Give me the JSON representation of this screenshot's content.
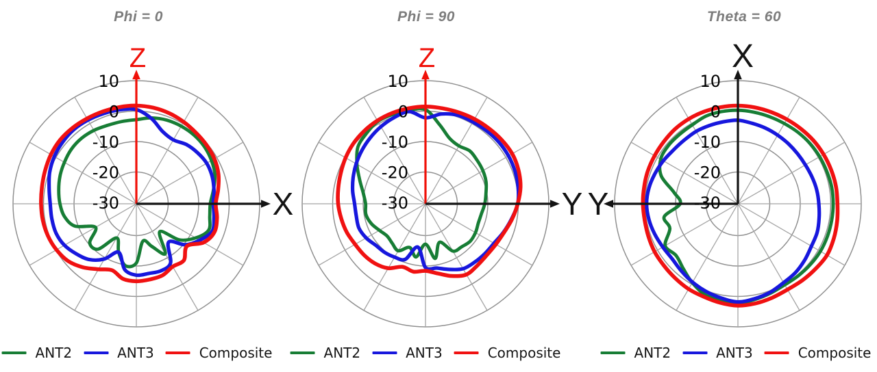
{
  "page": {
    "background": "#ffffff"
  },
  "colors": {
    "ant2_green": "#177d35",
    "ant3_blue": "#1717dd",
    "composite_red": "#f01111",
    "z_axis_red": "#f01008",
    "black_axis": "#141414",
    "grid_gray": "#979797",
    "title_gray": "#7c7c7c"
  },
  "legend": {
    "items": [
      {
        "label": "ANT2",
        "color": "#177d35"
      },
      {
        "label": "ANT3",
        "color": "#1717dd"
      },
      {
        "label": "Composite",
        "color": "#f01111"
      }
    ]
  },
  "chart_data": [
    {
      "type": "polar",
      "title": "Phi = 0",
      "vertical_axis": {
        "label": "Z",
        "color": "#f01008",
        "direction": "up"
      },
      "horizontal_axis": {
        "label": "X",
        "color": "#141414",
        "direction": "right"
      },
      "radial_axis": {
        "tick_labels": [
          "10",
          "0",
          "-10",
          "-20",
          "-30"
        ],
        "tick_values": [
          10,
          0,
          -10,
          -20,
          -30
        ],
        "min": -30,
        "max": 10,
        "units": "dB"
      },
      "angle_convention": "degrees clockwise from top axis",
      "angle_step_deg": 10,
      "series": [
        {
          "name": "ANT2",
          "color": "#177d35",
          "values": [
            -2.8,
            -1.8,
            -1.2,
            -1.0,
            -1.0,
            -1.3,
            -2.0,
            -3.0,
            -4.8,
            -6.2,
            -6.0,
            -5.2,
            -8.0,
            -12.0,
            -18.5,
            -11.5,
            -15.5,
            -18.0,
            -11.0,
            -9.8,
            -13.5,
            -17.5,
            -11.0,
            -10.5,
            -15.0,
            -9.0,
            -6.5,
            -5.4,
            -4.6,
            -3.8,
            -3.2,
            -2.6,
            -2.4,
            -2.6,
            -3.0,
            -3.0
          ]
        },
        {
          "name": "ANT3",
          "color": "#1717dd",
          "values": [
            0.5,
            -2.0,
            -5.2,
            -6.2,
            -5.0,
            -4.3,
            -3.8,
            -4.0,
            -4.6,
            -5.2,
            -4.6,
            -4.0,
            -6.5,
            -9.5,
            -14.0,
            -8.0,
            -7.0,
            -7.2,
            -7.0,
            -8.5,
            -13.5,
            -9.5,
            -6.5,
            -4.8,
            -3.2,
            -2.4,
            -2.3,
            -2.2,
            -1.4,
            -0.2,
            0.6,
            1.1,
            1.4,
            1.3,
            1.1,
            0.9
          ]
        },
        {
          "name": "Composite",
          "color": "#f01111",
          "values": [
            1.8,
            1.6,
            1.2,
            0.6,
            0.0,
            -0.4,
            -0.9,
            -1.8,
            -3.2,
            -4.4,
            -3.6,
            -3.2,
            -5.0,
            -8.8,
            -6.2,
            -6.6,
            -5.4,
            -5.2,
            -5.0,
            -5.4,
            -7.2,
            -5.6,
            -3.2,
            -1.2,
            -0.2,
            0.4,
            0.7,
            0.8,
            1.0,
            1.4,
            1.9,
            2.2,
            2.1,
            1.9,
            1.8,
            1.8
          ]
        }
      ]
    },
    {
      "type": "polar",
      "title": "Phi = 90",
      "vertical_axis": {
        "label": "Z",
        "color": "#f01008",
        "direction": "up"
      },
      "horizontal_axis": {
        "label": "Y",
        "color": "#141414",
        "direction": "right"
      },
      "radial_axis": {
        "tick_labels": [
          "10",
          "0",
          "-10",
          "-20",
          "-30"
        ],
        "tick_values": [
          10,
          0,
          -10,
          -20,
          -30
        ],
        "min": -30,
        "max": 10,
        "units": "dB"
      },
      "angle_convention": "degrees clockwise from top axis",
      "angle_step_deg": 10,
      "series": [
        {
          "name": "ANT2",
          "color": "#177d35",
          "values": [
            0.5,
            -4.0,
            -7.5,
            -8.5,
            -7.8,
            -8.3,
            -8.7,
            -9.3,
            -10.3,
            -11.0,
            -11.8,
            -12.0,
            -11.5,
            -11.3,
            -12.0,
            -12.5,
            -17.0,
            -12.2,
            -17.2,
            -12.7,
            -15.2,
            -12.6,
            -13.5,
            -14.0,
            -13.0,
            -11.5,
            -10.6,
            -10.8,
            -9.7,
            -7.5,
            -4.5,
            -1.5,
            -0.3,
            0.8,
            0.8,
            0.7
          ]
        },
        {
          "name": "ANT3",
          "color": "#1717dd",
          "values": [
            -2.2,
            -0.5,
            0.5,
            0.6,
            0.8,
            1.0,
            1.0,
            0.8,
            0.4,
            -0.2,
            -1.8,
            -3.2,
            -4.5,
            -5.0,
            -5.4,
            -5.8,
            -7.5,
            -9.0,
            -9.5,
            -16.0,
            -11.0,
            -10.2,
            -9.6,
            -9.2,
            -8.0,
            -7.2,
            -7.4,
            -7.2,
            -6.2,
            -5.2,
            -4.2,
            -3.2,
            -2.2,
            -1.2,
            -0.3,
            0.3
          ]
        },
        {
          "name": "Composite",
          "color": "#f01111",
          "values": [
            1.5,
            1.4,
            1.5,
            1.7,
            1.9,
            2.2,
            2.4,
            2.0,
            1.2,
            -0.2,
            -1.6,
            -3.0,
            -3.8,
            -4.2,
            -4.0,
            -3.6,
            -5.2,
            -7.2,
            -8.4,
            -7.8,
            -8.4,
            -6.0,
            -4.8,
            -4.2,
            -3.8,
            -3.0,
            -2.4,
            -1.8,
            -1.4,
            -0.9,
            -0.2,
            0.4,
            0.8,
            1.1,
            1.3,
            1.4
          ]
        }
      ]
    },
    {
      "type": "polar",
      "title": "Theta = 60",
      "vertical_axis": {
        "label": "X",
        "color": "#141414",
        "direction": "up"
      },
      "horizontal_axis": {
        "label": "Y",
        "color": "#141414",
        "direction": "left"
      },
      "radial_axis": {
        "tick_labels": [
          "10",
          "0",
          "-10",
          "-20",
          "-30"
        ],
        "tick_values": [
          10,
          0,
          -10,
          -20,
          -30
        ],
        "min": -30,
        "max": 10,
        "units": "dB"
      },
      "angle_convention": "degrees clockwise from top axis",
      "angle_step_deg": 10,
      "series": [
        {
          "name": "ANT2",
          "color": "#177d35",
          "values": [
            0.3,
            0.1,
            0.0,
            0.0,
            0.2,
            0.4,
            0.5,
            0.6,
            0.8,
            0.8,
            0.8,
            0.8,
            0.8,
            0.6,
            0.4,
            0.3,
            0.8,
            1.5,
            2.3,
            1.8,
            1.3,
            -0.5,
            -2.6,
            -4.0,
            -2.9,
            -6.7,
            -5.9,
            -11.5,
            -9.2,
            -3.7,
            -1.2,
            -0.7,
            -0.7,
            -0.5,
            0.2,
            0.3
          ]
        },
        {
          "name": "ANT3",
          "color": "#1717dd",
          "values": [
            -3.0,
            -3.6,
            -4.0,
            -4.4,
            -4.7,
            -4.9,
            -4.9,
            -4.6,
            -4.2,
            -3.9,
            -3.4,
            -2.8,
            -2.6,
            -1.8,
            -1.0,
            -0.5,
            0.5,
            1.2,
            1.8,
            1.0,
            0.2,
            -0.7,
            -1.6,
            -2.3,
            -2.0,
            -1.4,
            -0.8,
            -0.5,
            -0.8,
            -1.5,
            -2.2,
            -2.9,
            -3.1,
            -3.0,
            -3.1,
            -3.1
          ]
        },
        {
          "name": "Composite",
          "color": "#f01111",
          "values": [
            1.8,
            1.7,
            1.6,
            1.6,
            1.7,
            1.9,
            2.0,
            2.1,
            2.2,
            2.2,
            2.6,
            3.0,
            3.3,
            2.8,
            2.4,
            2.1,
            2.4,
            2.8,
            3.0,
            2.6,
            2.1,
            1.9,
            1.5,
            1.2,
            1.1,
            0.8,
            0.6,
            0.7,
            0.8,
            1.0,
            1.1,
            1.3,
            1.6,
            1.75,
            1.8,
            1.8
          ]
        }
      ]
    }
  ]
}
